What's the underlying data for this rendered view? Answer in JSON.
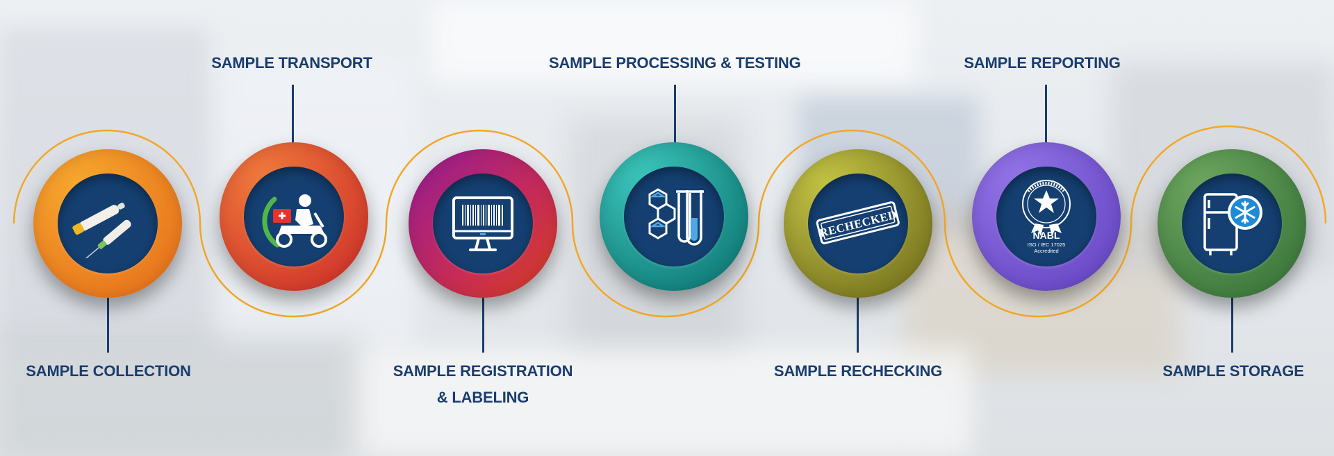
{
  "steps": [
    {
      "label": "SAMPLE COLLECTION",
      "icon": "sample-tubes-icon",
      "gradient": [
        "#f6a72e",
        "#e8761d"
      ]
    },
    {
      "label": "SAMPLE TRANSPORT",
      "icon": "delivery-scooter-icon",
      "gradient": [
        "#ef7a3c",
        "#d2392b"
      ]
    },
    {
      "label_lines": [
        "SAMPLE REGISTRATION",
        "& LABELING"
      ],
      "icon": "barcode-monitor-icon",
      "gradient": [
        "#9c1f8a",
        "#d33a2c"
      ]
    },
    {
      "label": "SAMPLE PROCESSING & TESTING",
      "icon": "chemistry-test-tube-icon",
      "gradient": [
        "#3bc4ba",
        "#13807c"
      ]
    },
    {
      "label": "SAMPLE RECHECKING",
      "icon": "rechecked-stamp-icon",
      "stamp_text": "RECHECKED",
      "gradient": [
        "#c2c244",
        "#7d7a22"
      ]
    },
    {
      "label": "SAMPLE REPORTING",
      "icon": "nabl-accreditation-icon",
      "badge": {
        "title": "NABL",
        "line1": "ISO / IEC 17025",
        "line2": "Accredited"
      },
      "gradient": [
        "#9273e6",
        "#6b4bc7"
      ]
    },
    {
      "label": "SAMPLE STORAGE",
      "icon": "refrigerator-snowflake-icon",
      "gradient": [
        "#6ca55e",
        "#3f7a3e"
      ]
    }
  ],
  "colors": {
    "label": "#1a3d6e",
    "inner_circle": "#143f70",
    "wave_line": "#f2a726"
  }
}
